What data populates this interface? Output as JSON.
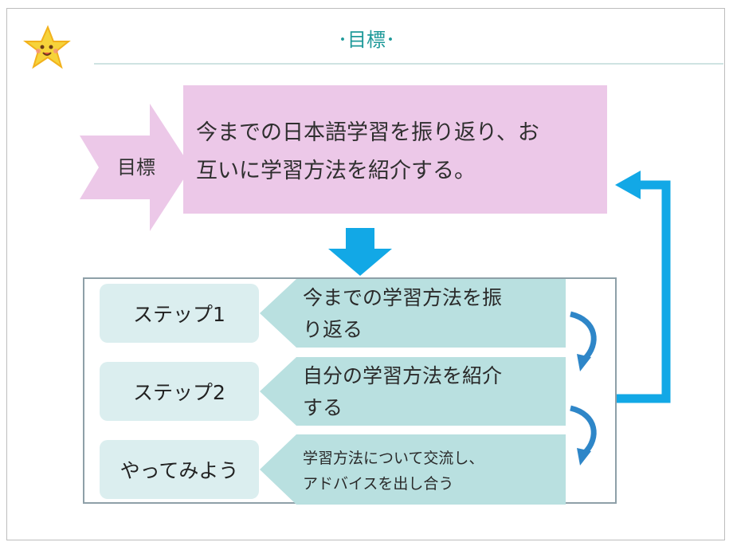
{
  "slide": {
    "title": "･目標･"
  },
  "goal": {
    "label": "目標",
    "text_line1": "今までの日本語学習を振り返り、お",
    "text_line2": "互いに学習方法を紹介する。"
  },
  "steps": [
    {
      "label": "ステップ1",
      "desc_line1": "今までの学習方法を振",
      "desc_line2": "り返る"
    },
    {
      "label": "ステップ2",
      "desc_line1": "自分の学習方法を紹介",
      "desc_line2": "する"
    },
    {
      "label": "やってみよう",
      "desc_line1": "学習方法について交流し、",
      "desc_line2": "アドバイスを出し合う"
    }
  ],
  "colors": {
    "title": "#1f9a9a",
    "goal_fill": "#ecc8e8",
    "step_label_fill": "#dbeeef",
    "step_desc_fill": "#b9e0e0",
    "arrow_blue": "#12a8e6"
  },
  "icons": {
    "decoration": "star-mascot-icon",
    "flow": "down-arrow-icon",
    "loop": "loop-arrow-icon"
  }
}
